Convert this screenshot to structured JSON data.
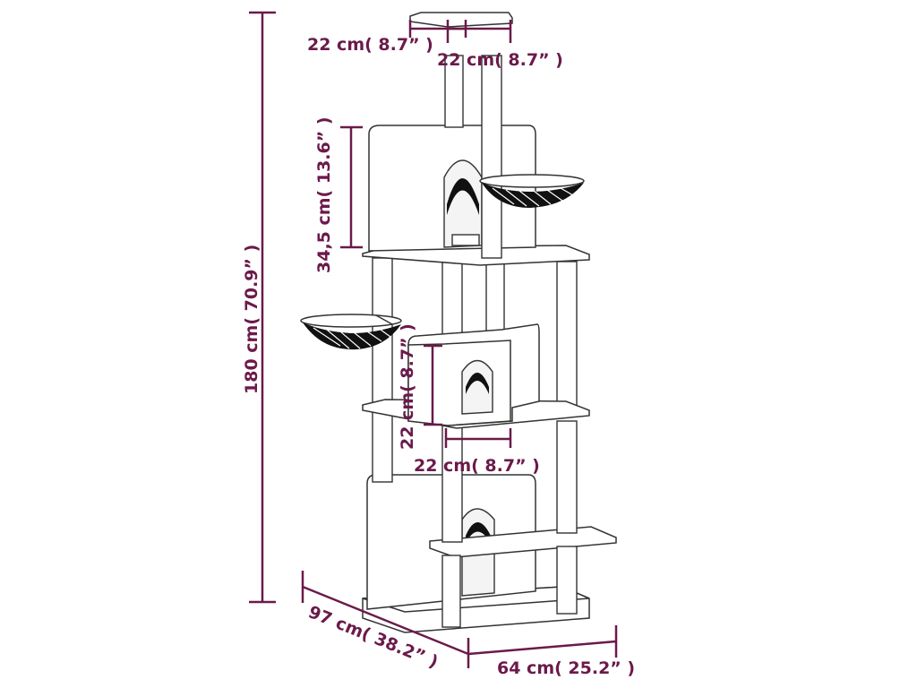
{
  "colors": {
    "dimension": "#6b1a4a",
    "outline": "#333333",
    "fill": "#ffffff",
    "hammock": "#111111"
  },
  "dimensions": {
    "height_total": "180 cm( 70.9” )",
    "top_platform_width": "22 cm( 8.7” )",
    "top_platform_depth": "22 cm( 8.7” )",
    "top_box_height": "34,5 cm( 13.6” )",
    "mid_box_height": "22 cm( 8.7” )",
    "mid_box_width": "22 cm( 8.7” )",
    "base_depth": "97 cm( 38.2” )",
    "base_width": "64 cm( 25.2” )"
  }
}
